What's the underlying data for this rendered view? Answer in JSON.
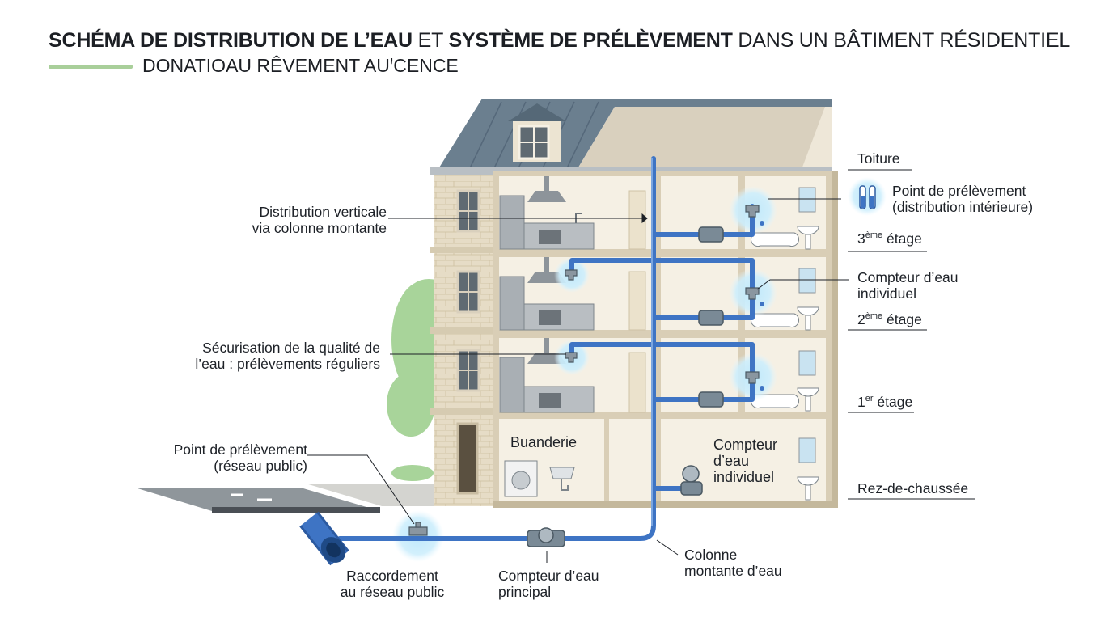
{
  "title": {
    "bold_1": "SCHÉMA DE DISTRIBUTION DE L’EAU",
    "normal_1": " ET ",
    "bold_2": "SYSTÈME DE PRÉLÈVEMENT",
    "normal_2": " DANS UN BÂTIMENT RÉSIDENTIEL"
  },
  "subtitle": "DONATIOAU RÊVEMENT AUꞌCENCE",
  "left_labels": {
    "riser_line1": "Distribution verticale",
    "riser_line2": "via colonne montante",
    "quality_line1": "Sécurisation de la qualité de",
    "quality_line2": "l’eau : prélèvements réguliers",
    "public_point_line1": "Point de prélèvement",
    "public_point_line2": "(réseau public)"
  },
  "bottom_labels": {
    "connection_line1": "Raccordement",
    "connection_line2": "au réseau public",
    "main_meter_line1": "Compteur d’eau",
    "main_meter_line2": "principal",
    "riser_line1": "Colonne",
    "riser_line2": "montante d’eau"
  },
  "right_labels": {
    "roof": "Toiture",
    "sampling_line1": "Point de prélèvement",
    "sampling_line2": "(distribution intérieure)",
    "floor3_num": "3",
    "floor3_sup": "ème",
    "floor3_word": " étage",
    "meter_line1": "Compteur d’eau",
    "meter_line2": "individuel",
    "floor2_num": "2",
    "floor2_sup": "ème",
    "floor2_word": " étage",
    "floor1_num": "1",
    "floor1_sup": "er",
    "floor1_word": " étage",
    "ground": "Rez-de-chaussée"
  },
  "rooms": {
    "laundry": "Buanderie",
    "ground_meter_line1": "Compteur",
    "ground_meter_line2": "d’eau",
    "ground_meter_line3": "individuel"
  },
  "colors": {
    "pipe": "#3e74c4",
    "pipe_dark": "#2c5aa0",
    "glow": "#c8ecfb",
    "wall": "#ece4d2",
    "room": "#f5f0e4",
    "roof": "#6b7f8f",
    "tree": "#a8d49a",
    "accent_rule": "#a9cf9a"
  }
}
